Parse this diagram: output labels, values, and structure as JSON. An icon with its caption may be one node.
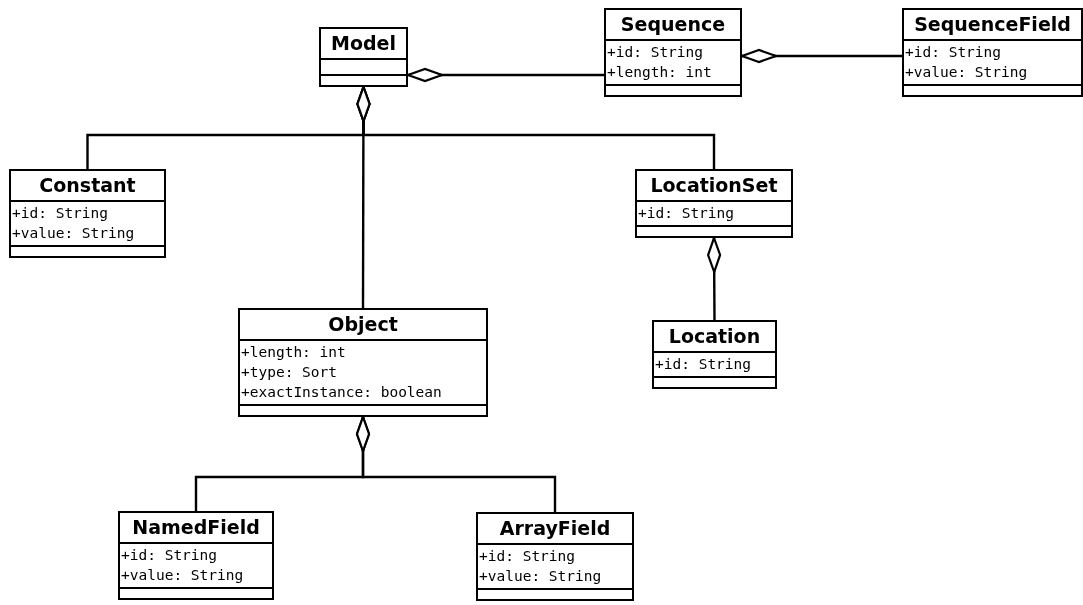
{
  "diagram": {
    "nodes": [
      {
        "text": [
          "Model"
        ]
      },
      {
        "text": [
          "Sequence",
          "+id: String",
          "+length: int"
        ]
      },
      {
        "text": [
          "SequenceField",
          "+id: String",
          "+value: String"
        ]
      },
      {
        "text": [
          "Constant",
          "+id: String",
          "+value: String"
        ]
      },
      {
        "text": [
          "LocationSet",
          "+id: String"
        ]
      },
      {
        "text": [
          "Object",
          "+length: int",
          "+type: Sort",
          "+exactInstance: boolean"
        ]
      },
      {
        "text": [
          "Location",
          "+id: String"
        ]
      },
      {
        "text": [
          "NamedField",
          "+id: String",
          "+value: String"
        ]
      },
      {
        "text": [
          "ArrayField",
          "+id: String",
          "+value: String"
        ]
      }
    ],
    "edges": [
      {
        "from": 0,
        "to": 1,
        "arrow": "other"
      },
      {
        "from": 1,
        "to": 2,
        "arrow": "other"
      },
      {
        "from": 0,
        "to": 3,
        "arrow": "other"
      },
      {
        "from": 0,
        "to": 5,
        "arrow": "other"
      },
      {
        "from": 0,
        "to": 4,
        "arrow": "other"
      },
      {
        "from": 4,
        "to": 6,
        "arrow": "other"
      },
      {
        "from": 5,
        "to": 7,
        "arrow": "other"
      },
      {
        "from": 5,
        "to": 8,
        "arrow": "other"
      }
    ]
  }
}
